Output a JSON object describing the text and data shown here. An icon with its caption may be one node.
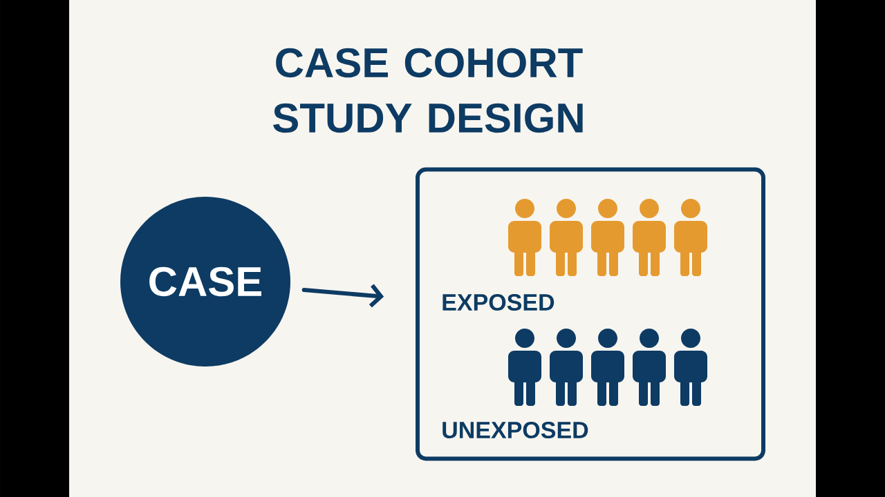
{
  "diagram": {
    "title": "CASE COHORT STUDY DESIGN",
    "nodes": [
      {
        "text": [
          "CASE"
        ]
      },
      {
        "text": [
          "EXPOSED",
          "UNEXPOSED"
        ]
      }
    ],
    "edges": [
      {
        "from": 0,
        "to": 1,
        "arrow": "to"
      }
    ]
  }
}
